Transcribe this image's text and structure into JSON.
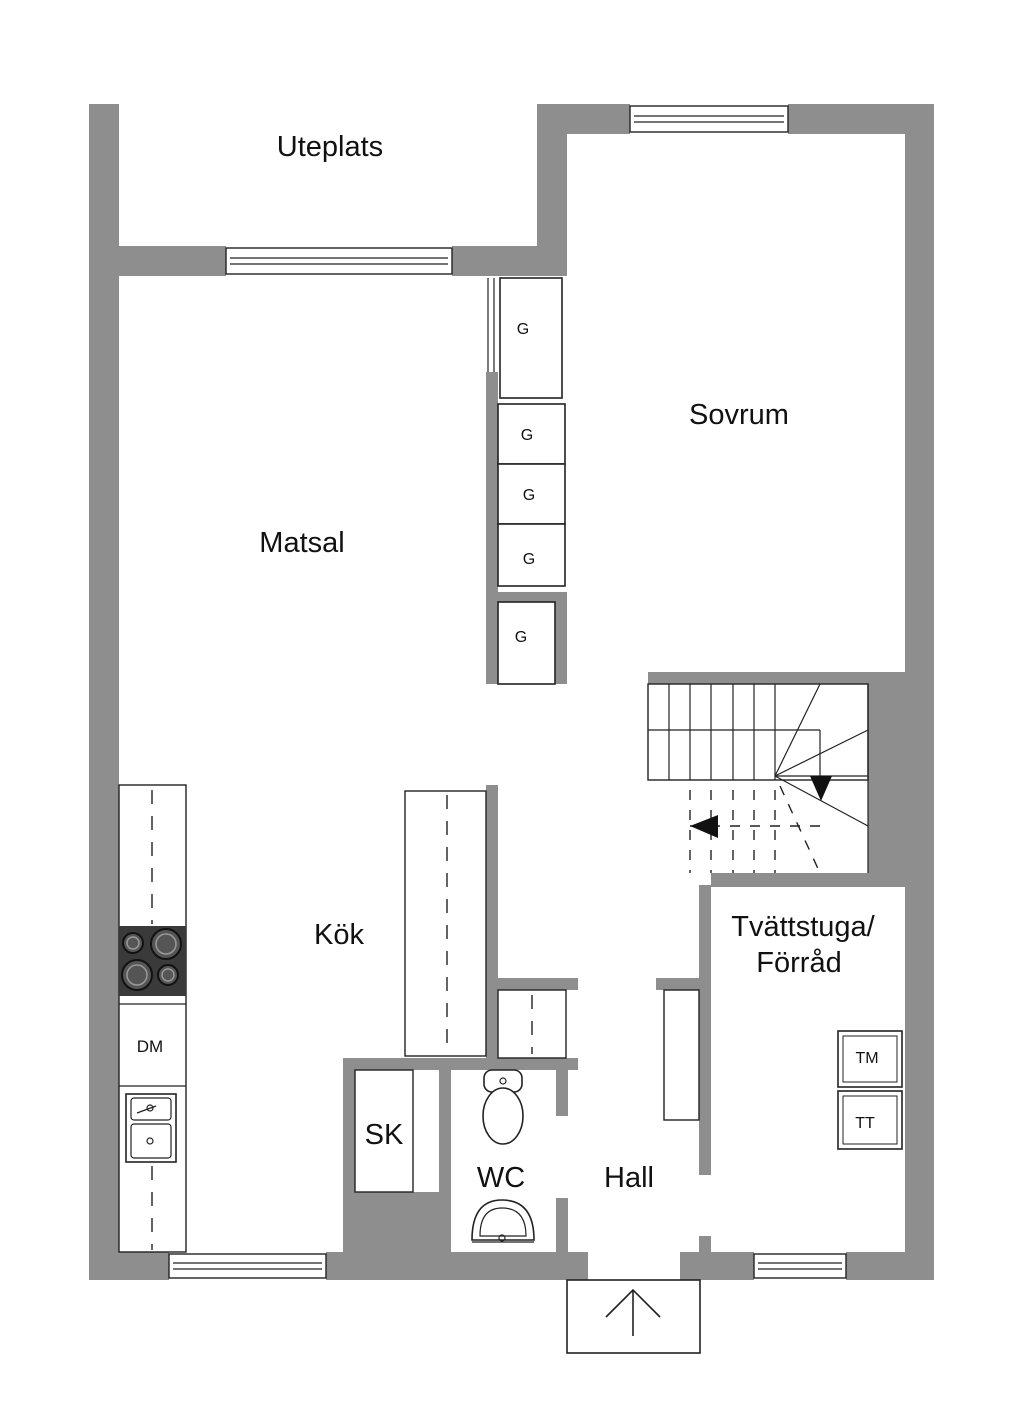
{
  "rooms": {
    "uteplats": "Uteplats",
    "sovrum": "Sovrum",
    "matsal": "Matsal",
    "kok": "Kök",
    "tvattstuga_line1": "Tvättstuga/",
    "tvattstuga_line2": "Förråd",
    "sk": "SK",
    "wc": "WC",
    "hall": "Hall"
  },
  "fixtures": {
    "wardrobes": [
      "G",
      "G",
      "G",
      "G",
      "G"
    ],
    "dishwasher": "DM",
    "washer": "TM",
    "dryer": "TT"
  },
  "colors": {
    "wall": "#8e8e8e",
    "stove": "#3a3a3a"
  }
}
